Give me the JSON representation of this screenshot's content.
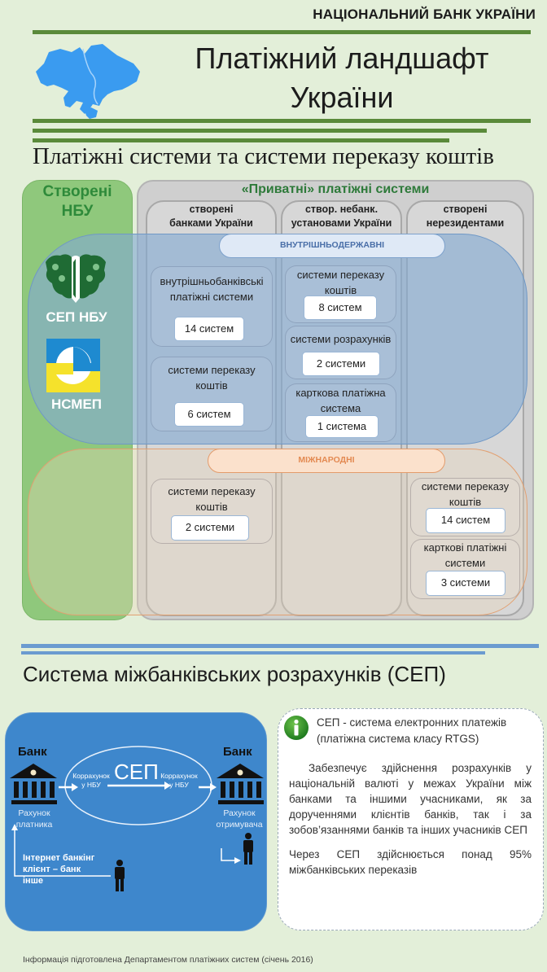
{
  "header": {
    "org_name": "НАЦІОНАЛЬНИЙ БАНК УКРАЇНИ",
    "title_line1": "Платіжний ландшафт",
    "title_line2": "України",
    "map_icon": "ukraine-map-icon"
  },
  "section1": {
    "title": "Платіжні системи та системи переказу коштів",
    "nbu_group": {
      "title_line1": "Створені",
      "title_line2": "НБУ",
      "systems": [
        {
          "label": "СЕП НБУ",
          "icon": "nbu-logo-icon"
        },
        {
          "label": "НСМЕП",
          "icon": "nsmep-logo-icon"
        }
      ]
    },
    "private_group": {
      "title": "«Приватні» платіжні системи",
      "columns": [
        {
          "head_line1": "створені",
          "head_line2": "банками України"
        },
        {
          "head_line1": "створ. небанк.",
          "head_line2": "установами України"
        },
        {
          "head_line1": "створені",
          "head_line2": "нерезидентами"
        }
      ]
    },
    "domestic": {
      "label": "ВНУТРІШНЬОДЕРЖАВНІ",
      "banks": [
        {
          "name_line1": "внутрішньобанківські",
          "name_line2": "платіжні системи",
          "count": "14 систем"
        },
        {
          "name_line1": "системи переказу",
          "name_line2": "коштів",
          "count": "6 систем"
        }
      ],
      "nonbank": [
        {
          "name_line1": "системи переказу",
          "name_line2": "коштів",
          "count": "8 систем"
        },
        {
          "name_line1": "системи розрахунків",
          "name_line2": "",
          "count": "2 системи"
        },
        {
          "name_line1": "карткова платіжна",
          "name_line2": "система",
          "count": "1 система"
        }
      ]
    },
    "international": {
      "label": "МІЖНАРОДНІ",
      "banks": [
        {
          "name_line1": "системи переказу",
          "name_line2": "коштів",
          "count": "2 системи"
        }
      ],
      "nonresidents": [
        {
          "name_line1": "системи переказу",
          "name_line2": "коштів",
          "count": "14 систем"
        },
        {
          "name_line1": "карткові платіжні",
          "name_line2": "системи",
          "count": "3 системи"
        }
      ]
    }
  },
  "section2": {
    "title": "Система міжбанківських розрахунків (СЕП)",
    "diagram": {
      "bank_left": "Банк",
      "bank_right": "Банк",
      "center_label": "СЕП",
      "corr_left_line1": "Коррахунок",
      "corr_left_line2": "у НБУ",
      "corr_right_line1": "Коррахунок",
      "corr_right_line2": "у НБУ",
      "payer_line1": "Рахунок",
      "payer_line2": "платника",
      "payee_line1": "Рахунок",
      "payee_line2": "отримувача",
      "channels_line1": "Інтернет банкінг",
      "channels_line2": "клієнт – банк",
      "channels_line3": "інше"
    },
    "info": {
      "icon": "info-icon",
      "head_line1": "СЕП - система електронних платежів",
      "head_line2": "(платіжна система класу RTGS)",
      "para1": "Забезпечує здійснення розрахунків у національній валюті у межах України між банками та іншими учасниками, як за дорученнями клієнтів банків, так і за зобов’язаннями банків та інших учасників СЕП",
      "para2": "Через СЕП здійснюється понад 95% міжбанківських переказів"
    }
  },
  "footer": "Інформація підготовлена Департаментом платіжних систем (січень 2016)",
  "colors": {
    "background": "#e3efd9",
    "green_accent": "#5a8a3a",
    "blue_accent": "#6b9bd0",
    "domestic_blue": "#82aad2",
    "international_orange": "#e39b6b",
    "sep_box_blue": "#3e87cc"
  }
}
